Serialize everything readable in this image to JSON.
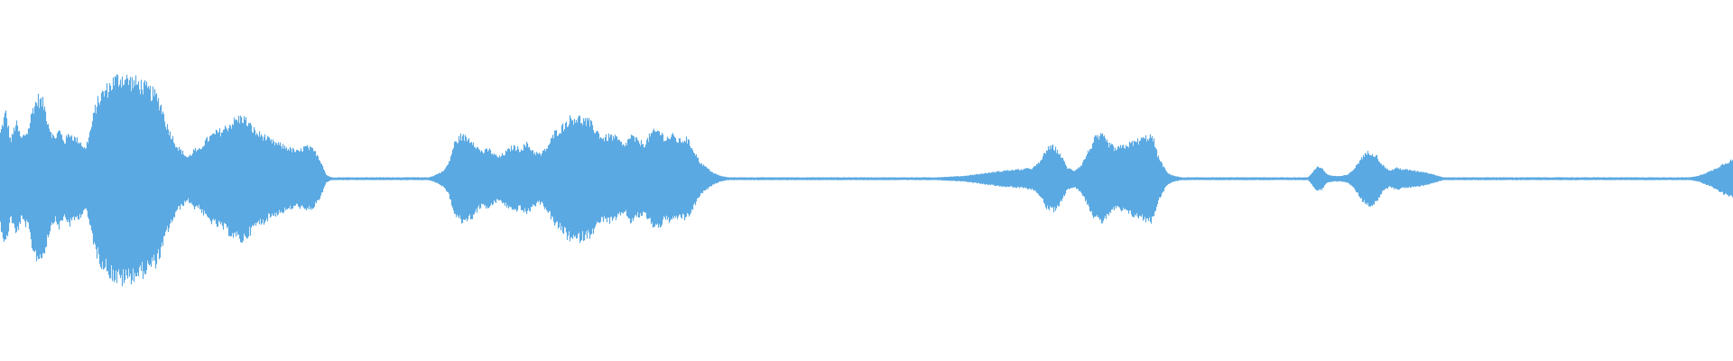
{
  "waveform": {
    "color": "#5aa9e2",
    "background": "#ffffff",
    "envelope": [
      [
        0.0,
        0.34
      ],
      [
        0.003,
        0.5
      ],
      [
        0.006,
        0.28
      ],
      [
        0.009,
        0.42
      ],
      [
        0.012,
        0.3
      ],
      [
        0.016,
        0.36
      ],
      [
        0.019,
        0.54
      ],
      [
        0.022,
        0.6
      ],
      [
        0.025,
        0.56
      ],
      [
        0.028,
        0.4
      ],
      [
        0.031,
        0.3
      ],
      [
        0.034,
        0.36
      ],
      [
        0.037,
        0.28
      ],
      [
        0.04,
        0.34
      ],
      [
        0.043,
        0.3
      ],
      [
        0.046,
        0.28
      ],
      [
        0.049,
        0.22
      ],
      [
        0.052,
        0.36
      ],
      [
        0.055,
        0.54
      ],
      [
        0.058,
        0.62
      ],
      [
        0.062,
        0.68
      ],
      [
        0.066,
        0.74
      ],
      [
        0.07,
        0.76
      ],
      [
        0.074,
        0.74
      ],
      [
        0.078,
        0.72
      ],
      [
        0.082,
        0.7
      ],
      [
        0.086,
        0.66
      ],
      [
        0.09,
        0.62
      ],
      [
        0.093,
        0.54
      ],
      [
        0.096,
        0.4
      ],
      [
        0.099,
        0.32
      ],
      [
        0.102,
        0.24
      ],
      [
        0.105,
        0.2
      ],
      [
        0.108,
        0.16
      ],
      [
        0.11,
        0.18
      ],
      [
        0.112,
        0.22
      ],
      [
        0.114,
        0.2
      ],
      [
        0.117,
        0.26
      ],
      [
        0.12,
        0.3
      ],
      [
        0.124,
        0.34
      ],
      [
        0.128,
        0.36
      ],
      [
        0.132,
        0.4
      ],
      [
        0.136,
        0.44
      ],
      [
        0.14,
        0.46
      ],
      [
        0.144,
        0.4
      ],
      [
        0.148,
        0.34
      ],
      [
        0.152,
        0.32
      ],
      [
        0.156,
        0.28
      ],
      [
        0.16,
        0.26
      ],
      [
        0.164,
        0.24
      ],
      [
        0.168,
        0.22
      ],
      [
        0.172,
        0.2
      ],
      [
        0.176,
        0.24
      ],
      [
        0.18,
        0.22
      ],
      [
        0.183,
        0.18
      ],
      [
        0.186,
        0.1
      ],
      [
        0.188,
        0.03
      ],
      [
        0.191,
        0.01
      ],
      [
        0.24,
        0.01
      ],
      [
        0.247,
        0.01
      ],
      [
        0.25,
        0.02
      ],
      [
        0.253,
        0.04
      ],
      [
        0.256,
        0.06
      ],
      [
        0.259,
        0.12
      ],
      [
        0.262,
        0.26
      ],
      [
        0.266,
        0.32
      ],
      [
        0.27,
        0.3
      ],
      [
        0.273,
        0.28
      ],
      [
        0.276,
        0.22
      ],
      [
        0.279,
        0.2
      ],
      [
        0.282,
        0.22
      ],
      [
        0.285,
        0.18
      ],
      [
        0.288,
        0.16
      ],
      [
        0.292,
        0.2
      ],
      [
        0.296,
        0.24
      ],
      [
        0.3,
        0.22
      ],
      [
        0.304,
        0.26
      ],
      [
        0.308,
        0.2
      ],
      [
        0.312,
        0.18
      ],
      [
        0.316,
        0.24
      ],
      [
        0.32,
        0.34
      ],
      [
        0.324,
        0.38
      ],
      [
        0.328,
        0.44
      ],
      [
        0.332,
        0.46
      ],
      [
        0.336,
        0.44
      ],
      [
        0.34,
        0.42
      ],
      [
        0.344,
        0.36
      ],
      [
        0.348,
        0.3
      ],
      [
        0.352,
        0.32
      ],
      [
        0.356,
        0.3
      ],
      [
        0.36,
        0.24
      ],
      [
        0.364,
        0.32
      ],
      [
        0.368,
        0.28
      ],
      [
        0.372,
        0.26
      ],
      [
        0.376,
        0.34
      ],
      [
        0.38,
        0.36
      ],
      [
        0.384,
        0.3
      ],
      [
        0.388,
        0.32
      ],
      [
        0.392,
        0.28
      ],
      [
        0.396,
        0.3
      ],
      [
        0.4,
        0.22
      ],
      [
        0.404,
        0.12
      ],
      [
        0.408,
        0.08
      ],
      [
        0.412,
        0.04
      ],
      [
        0.416,
        0.02
      ],
      [
        0.42,
        0.01
      ],
      [
        0.48,
        0.01
      ],
      [
        0.54,
        0.01
      ],
      [
        0.556,
        0.02
      ],
      [
        0.562,
        0.03
      ],
      [
        0.568,
        0.04
      ],
      [
        0.574,
        0.05
      ],
      [
        0.58,
        0.06
      ],
      [
        0.59,
        0.07
      ],
      [
        0.596,
        0.08
      ],
      [
        0.6,
        0.12
      ],
      [
        0.604,
        0.22
      ],
      [
        0.608,
        0.24
      ],
      [
        0.612,
        0.18
      ],
      [
        0.616,
        0.08
      ],
      [
        0.62,
        0.06
      ],
      [
        0.624,
        0.1
      ],
      [
        0.628,
        0.2
      ],
      [
        0.632,
        0.3
      ],
      [
        0.636,
        0.32
      ],
      [
        0.64,
        0.26
      ],
      [
        0.644,
        0.22
      ],
      [
        0.648,
        0.24
      ],
      [
        0.652,
        0.26
      ],
      [
        0.656,
        0.28
      ],
      [
        0.66,
        0.3
      ],
      [
        0.664,
        0.32
      ],
      [
        0.666,
        0.28
      ],
      [
        0.668,
        0.18
      ],
      [
        0.671,
        0.1
      ],
      [
        0.674,
        0.04
      ],
      [
        0.678,
        0.02
      ],
      [
        0.682,
        0.01
      ],
      [
        0.74,
        0.01
      ],
      [
        0.755,
        0.01
      ],
      [
        0.757,
        0.04
      ],
      [
        0.76,
        0.09
      ],
      [
        0.763,
        0.08
      ],
      [
        0.766,
        0.03
      ],
      [
        0.77,
        0.02
      ],
      [
        0.774,
        0.02
      ],
      [
        0.778,
        0.03
      ],
      [
        0.782,
        0.08
      ],
      [
        0.786,
        0.16
      ],
      [
        0.79,
        0.2
      ],
      [
        0.794,
        0.18
      ],
      [
        0.798,
        0.1
      ],
      [
        0.802,
        0.06
      ],
      [
        0.806,
        0.08
      ],
      [
        0.81,
        0.07
      ],
      [
        0.816,
        0.06
      ],
      [
        0.822,
        0.05
      ],
      [
        0.828,
        0.03
      ],
      [
        0.833,
        0.01
      ],
      [
        0.84,
        0.01
      ],
      [
        0.9,
        0.01
      ],
      [
        0.96,
        0.01
      ],
      [
        0.975,
        0.01
      ],
      [
        0.98,
        0.02
      ],
      [
        0.984,
        0.04
      ],
      [
        0.988,
        0.06
      ],
      [
        0.992,
        0.09
      ],
      [
        0.996,
        0.12
      ],
      [
        1.0,
        0.14
      ]
    ]
  }
}
